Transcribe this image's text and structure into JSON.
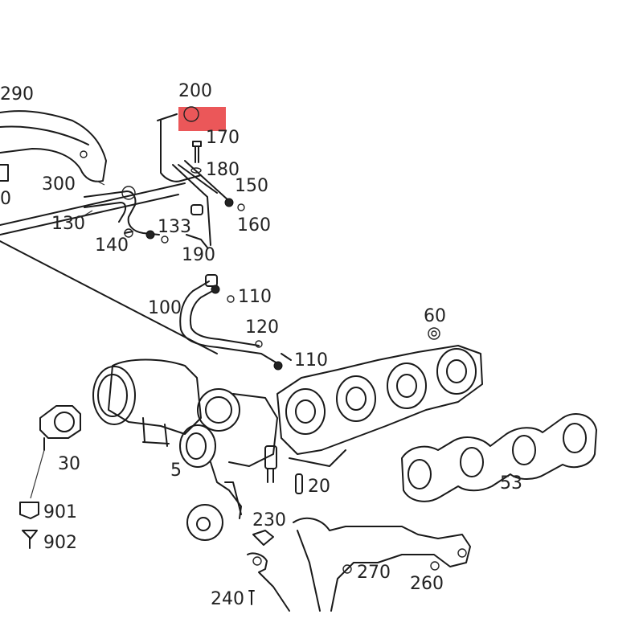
{
  "diagram": {
    "highlight_color": "#e8393c",
    "labels": {
      "p290": "290",
      "p200": "200",
      "p170": "170",
      "p180": "180",
      "p150": "150",
      "p160": "160",
      "p300": "300",
      "p0": "0",
      "p130": "130",
      "p133": "133",
      "p140": "140",
      "p190": "190",
      "p110a": "110",
      "p100": "100",
      "p120": "120",
      "p110b": "110",
      "p60": "60",
      "p30": "30",
      "p5": "5",
      "p20": "20",
      "p53": "53",
      "p901": "901",
      "p902": "902",
      "p230": "230",
      "p270": "270",
      "p260": "260",
      "p240": "240"
    }
  }
}
